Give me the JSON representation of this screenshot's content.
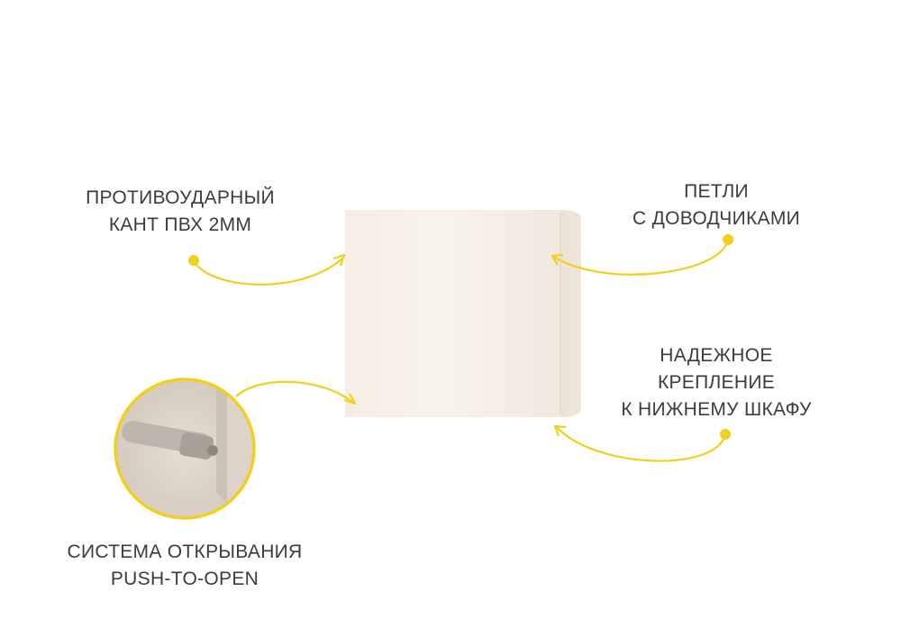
{
  "callouts": {
    "edge": {
      "line1": "ПРОТИВОУДАРНЫЙ",
      "line2": "КАНТ ПВХ 2ММ"
    },
    "hinges": {
      "line1": "ПЕТЛИ",
      "line2": "С ДОВОДЧИКАМИ"
    },
    "mount": {
      "line1": "НАДЕЖНОЕ",
      "line2": "КРЕПЛЕНИЕ",
      "line3": "К НИЖНЕМУ ШКАФУ"
    },
    "push": {
      "line1": "СИСТЕМА ОТКРЫВАНИЯ",
      "line2": "PUSH-TO-OPEN"
    }
  },
  "colors": {
    "accent": "#f2cf1f",
    "text": "#3c3c3c",
    "cabinet": "#f3ebe2",
    "cabinet_side": "#ece3d8"
  },
  "icons": {
    "callout_marker": "dot-icon",
    "callout_pointer": "arrow-icon",
    "inset": "push-to-open-detail-image"
  }
}
